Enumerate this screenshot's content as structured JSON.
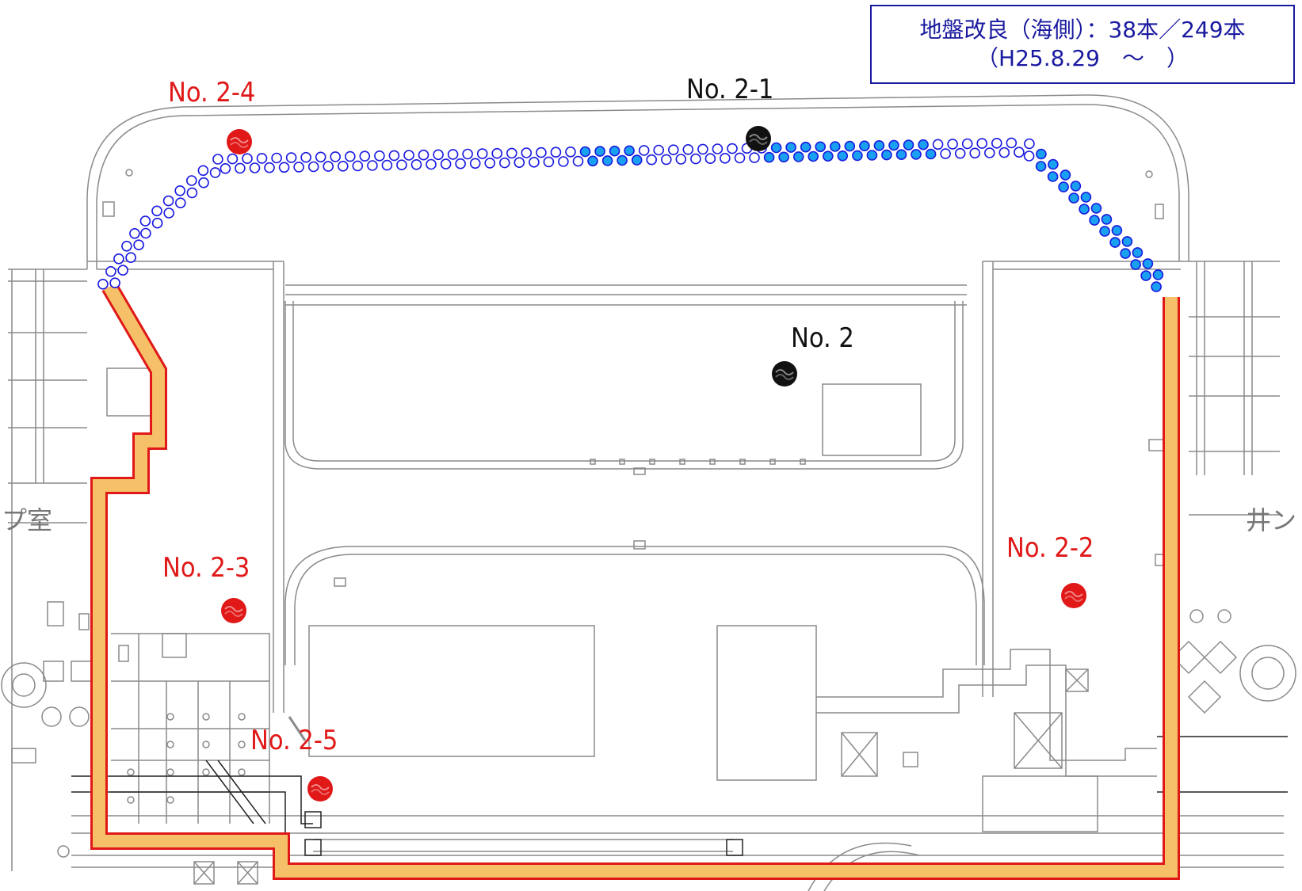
{
  "info_box": {
    "line1": "地盤改良（海側）：38本／249本",
    "line2": "（H25.8.29　～　）"
  },
  "wells": [
    {
      "label": "No. 2-4",
      "color": "red"
    },
    {
      "label": "No. 2-1",
      "color": "black"
    },
    {
      "label": "No. 2",
      "color": "black"
    },
    {
      "label": "No. 2-3",
      "color": "red"
    },
    {
      "label": "No. 2-2",
      "color": "red"
    },
    {
      "label": "No. 2-5",
      "color": "red"
    }
  ],
  "room_labels": {
    "left": "プ室",
    "right": "井ン"
  },
  "ground_improvement": {
    "completed": 38,
    "total": 249,
    "completed_color": "#1aa0f0",
    "planned_color": "#1a1ae0"
  },
  "colors": {
    "well_red": "#e01818",
    "well_black": "#111111",
    "barrier_fill": "#f5c068",
    "barrier_stroke": "#e01818",
    "info_text": "#1a1aa0"
  }
}
